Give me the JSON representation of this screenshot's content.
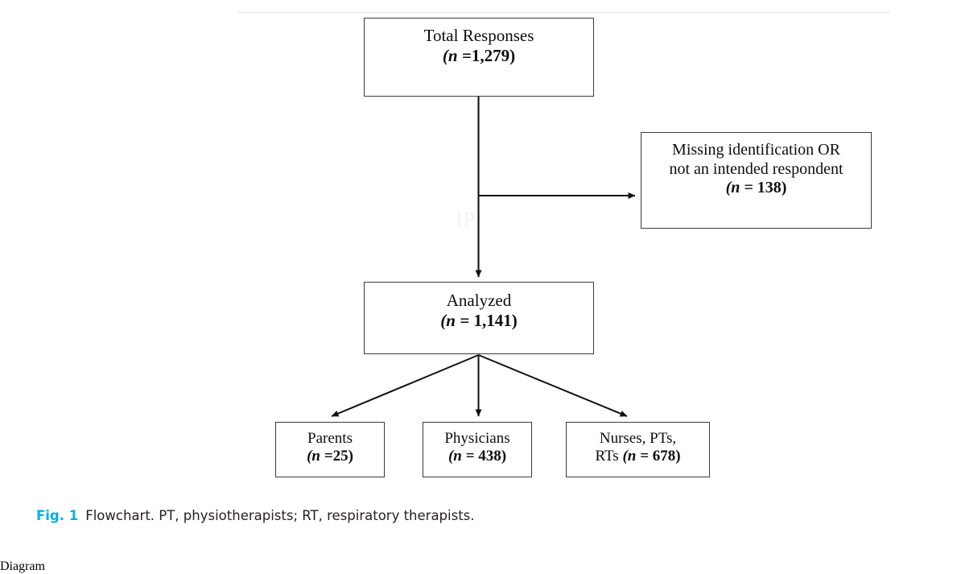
{
  "figure": {
    "caption_label": "Fig. 1",
    "caption_text": "Flowchart. PT, physiotherapists; RT, respiratory therapists.",
    "label_color": "#00AEEF",
    "line_color": "#231f20",
    "box_border_color": "#3b3b3b",
    "background": "#ffffff"
  },
  "chart_data": {
    "type": "diagram",
    "title": "Flowchart",
    "nodes": [
      {
        "id": "total",
        "label": "Total Responses",
        "n_prefix": "(n =",
        "n_value": "1,279",
        "n_suffix": ")",
        "n_text": "(n =1,279)",
        "count": 1279
      },
      {
        "id": "missing",
        "label_line1": "Missing identification OR",
        "label_line2": "not an intended respondent",
        "n_prefix": "(n = ",
        "n_value": "138",
        "n_suffix": ")",
        "n_text": "(n = 138)",
        "count": 138
      },
      {
        "id": "analyzed",
        "label": "Analyzed",
        "n_prefix": "(n = ",
        "n_value": "1,141",
        "n_suffix": ")",
        "n_text": "(n = 1,141)",
        "count": 1141
      },
      {
        "id": "parents",
        "label": "Parents",
        "n_prefix": "(n =",
        "n_value": "25",
        "n_suffix": ")",
        "n_text": "(n =25)",
        "count": 25
      },
      {
        "id": "physicians",
        "label": "Physicians",
        "n_prefix": "(n = ",
        "n_value": "438",
        "n_suffix": ")",
        "n_text": "(n = 438)",
        "count": 438
      },
      {
        "id": "nurses",
        "label_line1": "Nurses, PTs,",
        "label_line2_prefix": "RTs ",
        "n_prefix": "(n = ",
        "n_value": "678",
        "n_suffix": ")",
        "n_text": "(n = 678)",
        "count": 678
      }
    ],
    "edges": [
      {
        "from": "total",
        "to": "missing",
        "type": "exclusion"
      },
      {
        "from": "total",
        "to": "analyzed",
        "type": "flow"
      },
      {
        "from": "analyzed",
        "to": "parents",
        "type": "split"
      },
      {
        "from": "analyzed",
        "to": "physicians",
        "type": "split"
      },
      {
        "from": "analyzed",
        "to": "nurses",
        "type": "split"
      }
    ]
  },
  "watermark": {
    "text": "IP"
  }
}
